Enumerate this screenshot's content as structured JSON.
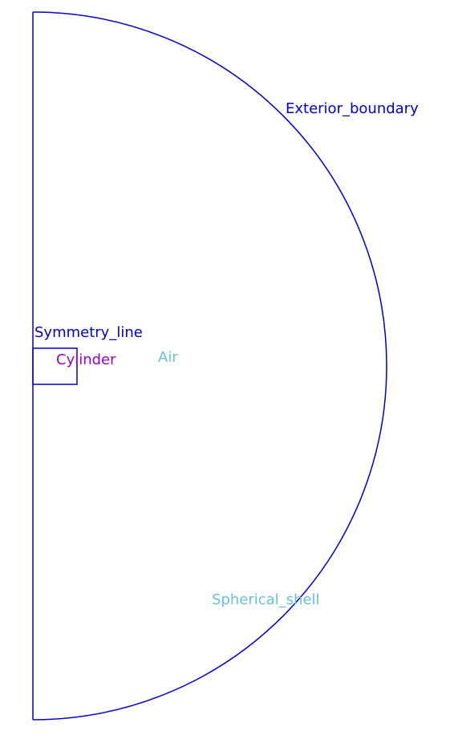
{
  "colors": {
    "background": "#ffffff",
    "boundary": "#0000cc",
    "cylinder_label": "#9900cc",
    "region_label": "#66c2dd"
  },
  "labels": {
    "exterior_boundary": "Exterior_boundary",
    "symmetry_line": "Symmetry_line",
    "cylinder": "Cylinder",
    "air": "Air",
    "spherical_shell": "Spherical_shell"
  }
}
